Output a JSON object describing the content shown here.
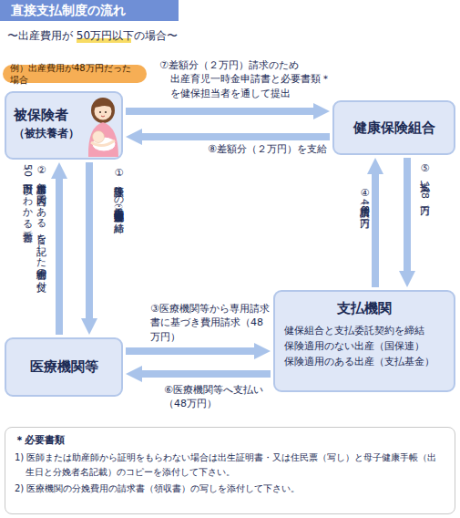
{
  "diagram": {
    "title": "直接支払制度の流れ",
    "nodes": [
      {
        "text": [
          "例）出産費用が48万円だった場合"
        ]
      },
      {
        "text": [
          "被保険者",
          "（被扶養者）"
        ]
      },
      {
        "text": [
          "健康保険組合"
        ]
      },
      {
        "text": [
          "支払機関",
          "健保組合と支払委託契約を締結 保険適用のない出産（国保連） 保険適用のある出産（支払基金）"
        ]
      },
      {
        "text": [
          "医療機関等"
        ]
      },
      {
        "text": [
          "＊必要書類",
          "1) 医師または助産師から証明をもらわない場合は出生証明書・又は住民票（写し）と母子健康手帳（出生日と分娩者名記載）のコピーを添付して下さい。",
          "2) 医療機関の分娩費用の請求書（領収書）の写しを添付して下さい。"
        ]
      }
    ],
    "edges": [
      {
        "from": 1,
        "to": 4,
        "label": "①保険証等＊の提示・入院（出産） 直接支払制度合意書の締結",
        "arrow": "to"
      },
      {
        "from": 4,
        "to": 1,
        "label": "②専用請求書と同内容である 旨を記した明細書の交付 （50万円以下かわかる書類）",
        "arrow": "to"
      },
      {
        "from": 4,
        "to": 3,
        "label": "③医療機関等から専用請求書に基づき費用請求（48万円）",
        "arrow": "to"
      },
      {
        "from": 3,
        "to": 2,
        "label": "④費用請求（48万円）",
        "arrow": "to"
      },
      {
        "from": 2,
        "to": 3,
        "label": "⑤支払い（48万円）",
        "arrow": "to"
      },
      {
        "from": 3,
        "to": 4,
        "label": "⑥医療機関等へ支払い（48万円）",
        "arrow": "to"
      },
      {
        "from": 1,
        "to": 2,
        "label": "⑦差額分（２万円）請求のため 出産育児一時金申請書と必要書類＊ を健保担当者を通して提出",
        "arrow": "to"
      },
      {
        "from": 2,
        "to": 1,
        "label": "⑧差額分（２万円）を支給",
        "arrow": "to"
      }
    ],
    "labels": [
      "〜出産費用が 50万円以下の場合〜"
    ]
  }
}
